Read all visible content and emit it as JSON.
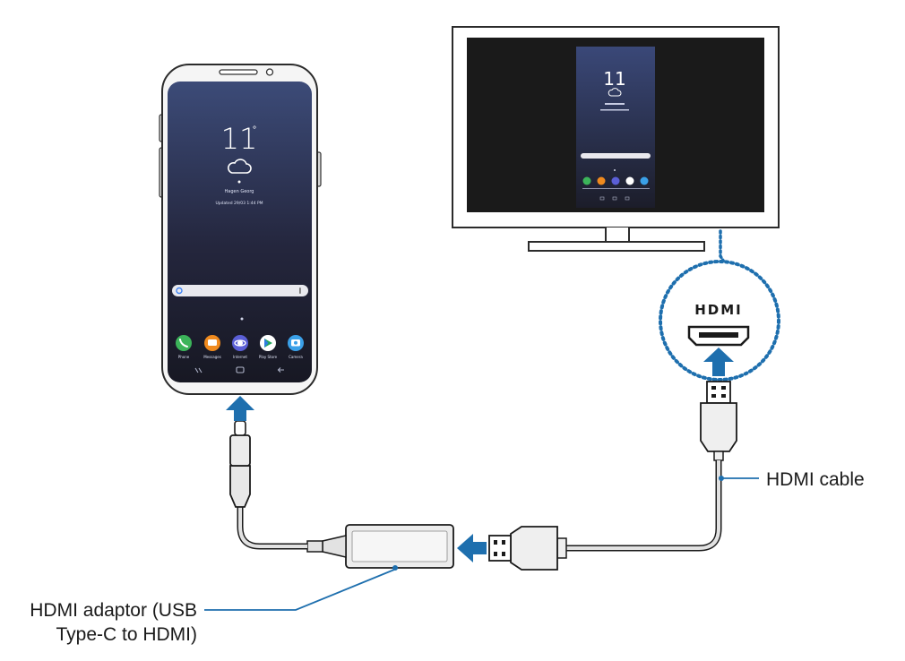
{
  "phone": {
    "time": "11",
    "degree": "°",
    "location": "Hagen Georg",
    "updated": "Updated 29/03 1:44 PM",
    "apps": [
      "Phone",
      "Messages",
      "Internet",
      "Play Store",
      "Camera"
    ]
  },
  "tv": {
    "time": "11"
  },
  "hdmi_port": {
    "logo": "HDMI"
  },
  "labels": {
    "hdmi_cable": "HDMI cable",
    "adaptor_line1": "HDMI adaptor (USB",
    "adaptor_line2": "Type-C to HDMI)"
  },
  "colors": {
    "arrow": "#1e6fae",
    "dotted_circle": "#1e6fae",
    "screen_dark": "#2a2c40",
    "tv_screen": "#1a1a1a"
  }
}
